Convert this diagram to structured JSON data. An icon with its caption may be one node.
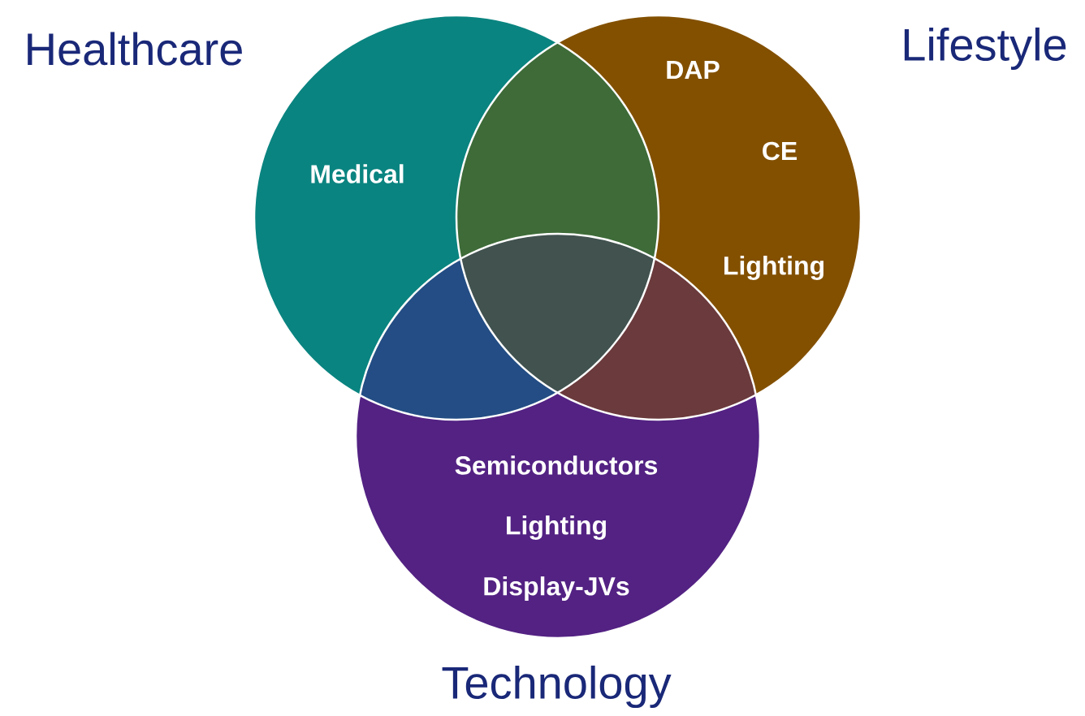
{
  "diagram": {
    "nodes": [
      {
        "text": [
          "Healthcare",
          "Medical"
        ]
      },
      {
        "text": [
          "Lifestyle",
          "DAP",
          "CE",
          "Lighting"
        ]
      },
      {
        "text": [
          "Semiconductors",
          "Lighting",
          "Display-JVs",
          "Technology"
        ]
      }
    ]
  }
}
